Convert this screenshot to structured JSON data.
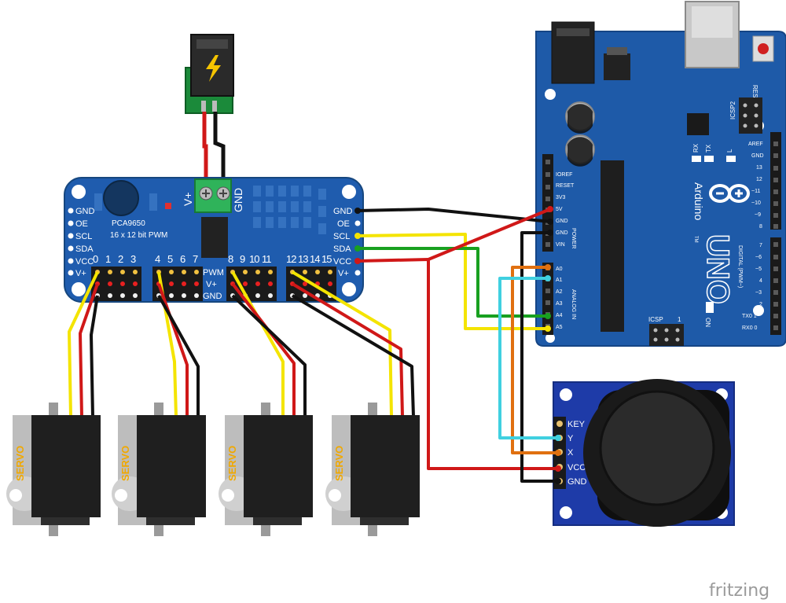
{
  "pca": {
    "chip": "PCA9650",
    "desc": "16 x 12 bit PWM",
    "left_pins": [
      "GND",
      "OE",
      "SCL",
      "SDA",
      "VCC",
      "V+"
    ],
    "right_pins": [
      "GND",
      "OE",
      "SCL",
      "SDA",
      "VCC",
      "V+"
    ],
    "channels": [
      "0",
      "1",
      "2",
      "3",
      "4",
      "5",
      "6",
      "7",
      "8",
      "9",
      "10",
      "11",
      "12",
      "13",
      "14",
      "15"
    ],
    "row_labels": [
      "PWM",
      "V+",
      "GND"
    ],
    "terminal_vplus": "V+",
    "terminal_gnd": "GND"
  },
  "servo_label": "SERVO",
  "arduino": {
    "brand": "Arduino",
    "model": "UNO",
    "reset": "RESET",
    "icsp2": "ICSP2",
    "icsp": "ICSP",
    "icsp_one": "1",
    "on": "ON",
    "l": "L",
    "tx": "TX",
    "rx": "RX",
    "aref": "AREF",
    "gnd": "GND",
    "power_header": [
      "IOREF",
      "RESET",
      "3V3",
      "5V",
      "GND",
      "GND",
      "VIN"
    ],
    "power_title": "POWER",
    "analog_header": [
      "A0",
      "A1",
      "A2",
      "A3",
      "A4",
      "A5"
    ],
    "analog_title": "ANALOG IN",
    "digital_top": [
      "13",
      "12",
      "~11",
      "~10",
      "~9",
      "8"
    ],
    "digital_bottom": [
      "7",
      "~6",
      "~5",
      "4",
      "~3",
      "2",
      "TX0 1",
      "RX0 0"
    ],
    "digital_title": "DIGITAL (PWM~)",
    "tm": "TM"
  },
  "joystick": {
    "pins": [
      "KEY",
      "Y",
      "X",
      "VCC",
      "GND"
    ]
  },
  "watermark": "fritzing",
  "colors": {
    "board_blue": "#1f5cae",
    "arduino_blue": "#1e5aa8",
    "wire_red": "#d01818",
    "wire_yellow": "#f4e400",
    "wire_green": "#18a020",
    "wire_orange": "#e07010",
    "wire_cyan": "#40d0e0"
  }
}
